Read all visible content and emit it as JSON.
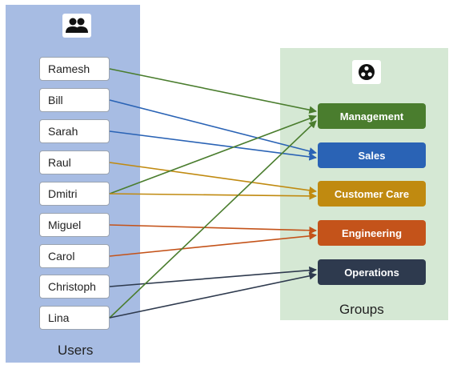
{
  "users_panel": {
    "caption": "Users",
    "icon": "people-icon"
  },
  "groups_panel": {
    "caption": "Groups",
    "icon": "group-circle-icon"
  },
  "users": [
    {
      "id": "ramesh",
      "label": "Ramesh"
    },
    {
      "id": "bill",
      "label": "Bill"
    },
    {
      "id": "sarah",
      "label": "Sarah"
    },
    {
      "id": "raul",
      "label": "Raul"
    },
    {
      "id": "dmitri",
      "label": "Dmitri"
    },
    {
      "id": "miguel",
      "label": "Miguel"
    },
    {
      "id": "carol",
      "label": "Carol"
    },
    {
      "id": "christoph",
      "label": "Christoph"
    },
    {
      "id": "lina",
      "label": "Lina"
    }
  ],
  "groups": [
    {
      "id": "management",
      "label": "Management",
      "color": "#4a7d2e"
    },
    {
      "id": "sales",
      "label": "Sales",
      "color": "#2a63b5"
    },
    {
      "id": "customer-care",
      "label": "Customer Care",
      "color": "#c08a10"
    },
    {
      "id": "engineering",
      "label": "Engineering",
      "color": "#c4531a"
    },
    {
      "id": "operations",
      "label": "Operations",
      "color": "#2e3a4e"
    }
  ],
  "memberships": [
    {
      "user": "ramesh",
      "group": "management"
    },
    {
      "user": "bill",
      "group": "sales"
    },
    {
      "user": "sarah",
      "group": "sales"
    },
    {
      "user": "raul",
      "group": "customer-care"
    },
    {
      "user": "dmitri",
      "group": "management"
    },
    {
      "user": "dmitri",
      "group": "customer-care"
    },
    {
      "user": "miguel",
      "group": "engineering"
    },
    {
      "user": "carol",
      "group": "engineering"
    },
    {
      "user": "christoph",
      "group": "operations"
    },
    {
      "user": "lina",
      "group": "management"
    },
    {
      "user": "lina",
      "group": "operations"
    }
  ]
}
